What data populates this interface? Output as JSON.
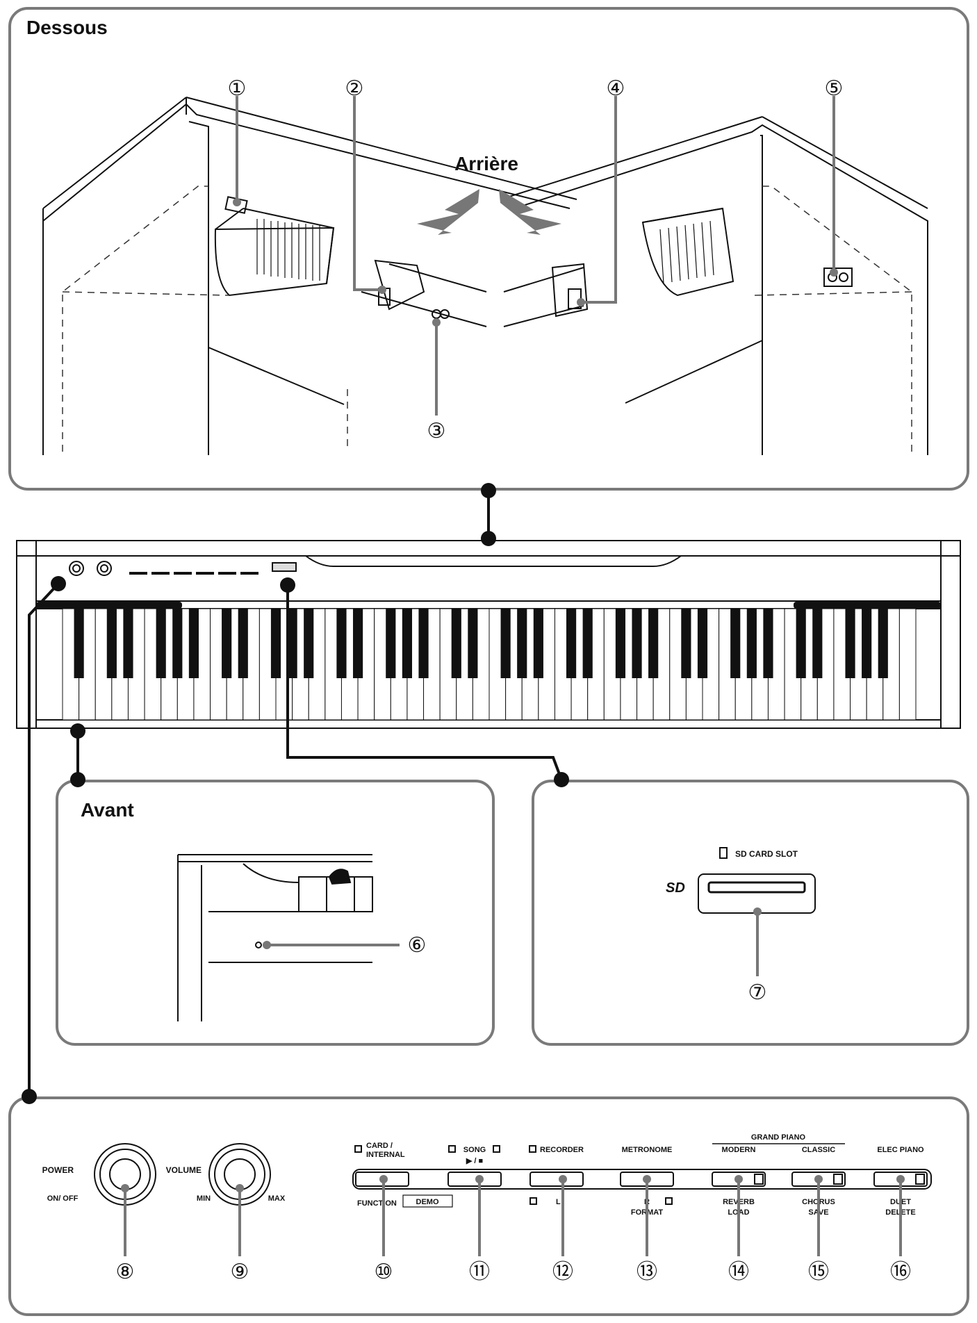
{
  "titles": {
    "underside": "Dessous",
    "rear": "Arrière",
    "front": "Avant"
  },
  "callouts": [
    "①",
    "②",
    "③",
    "④",
    "⑤",
    "⑥",
    "⑦",
    "⑧",
    "⑨",
    "⑩",
    "⑪",
    "⑫",
    "⑬",
    "⑭",
    "⑮",
    "⑯"
  ],
  "sd": {
    "slot_label": "SD CARD SLOT",
    "logo": "SD"
  },
  "controls": {
    "power_label": "POWER",
    "power_state": "ON/ OFF",
    "volume_label": "VOLUME",
    "vol_min": "MIN",
    "vol_max": "MAX",
    "card_line1": "CARD /",
    "card_line2": "INTERNAL",
    "function": "FUNCTION",
    "song": "SONG",
    "play_stop": "▶ / ■",
    "demo": "DEMO",
    "recorder": "RECORDER",
    "recorder_sub": "L",
    "metronome": "METRONOME",
    "metronome_sub_a": "R",
    "metronome_sub_b": "FORMAT",
    "grand_piano": "GRAND PIANO",
    "modern": "MODERN",
    "classic": "CLASSIC",
    "elec_piano": "ELEC PIANO",
    "reverb": "REVERB",
    "load": "LOAD",
    "chorus": "CHORUS",
    "save": "SAVE",
    "duet": "DUET",
    "delete": "DELETE"
  },
  "colors": {
    "frame": "#7a7a7a",
    "line": "#111111",
    "dashed": "#333333"
  }
}
